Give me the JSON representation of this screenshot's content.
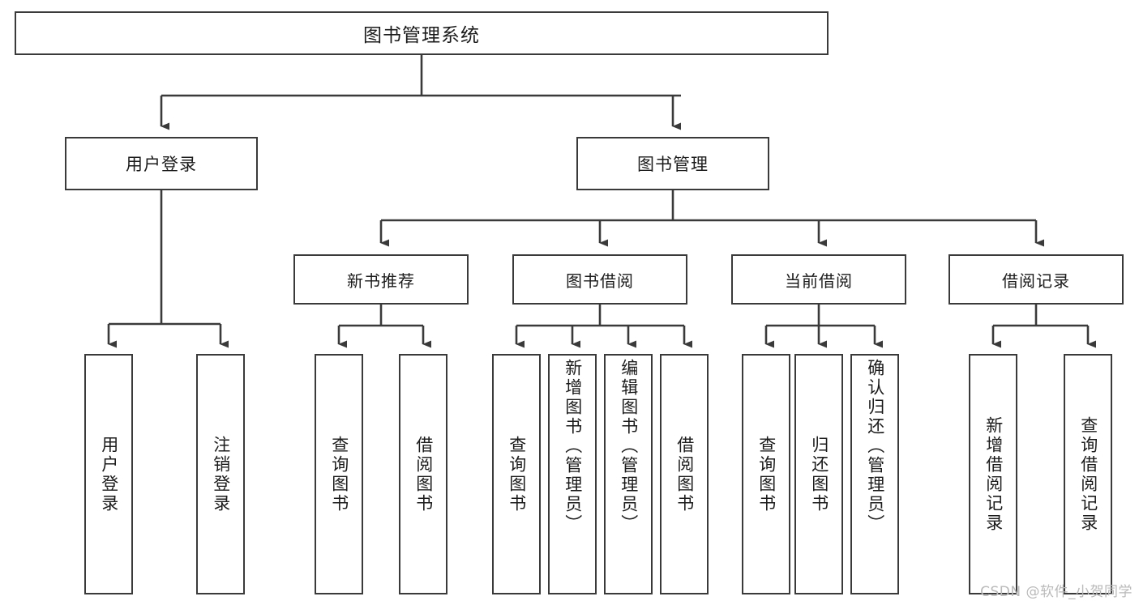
{
  "diagram": {
    "title": "图书管理系统",
    "root": {
      "label": "图书管理系统"
    },
    "level1": [
      {
        "label": "用户登录"
      },
      {
        "label": "图书管理"
      }
    ],
    "level2": [
      {
        "label": "新书推荐"
      },
      {
        "label": "图书借阅"
      },
      {
        "label": "当前借阅"
      },
      {
        "label": "借阅记录"
      }
    ],
    "leaves": {
      "user_login": [
        {
          "label": "用户登录"
        },
        {
          "label": "注销登录"
        }
      ],
      "new_book_recommend": [
        {
          "label": "查询图书"
        },
        {
          "label": "借阅图书"
        }
      ],
      "book_borrow": [
        {
          "label": "查询图书"
        },
        {
          "label": "新增图书（管理员）"
        },
        {
          "label": "编辑图书（管理员）"
        },
        {
          "label": "借阅图书"
        }
      ],
      "current_borrow": [
        {
          "label": "查询图书"
        },
        {
          "label": "归还图书"
        },
        {
          "label": "确认归还（管理员）"
        }
      ],
      "borrow_record": [
        {
          "label": "新增借阅记录"
        },
        {
          "label": "查询借阅记录"
        }
      ]
    }
  },
  "watermark": {
    "text": "CSDN @软件_小贺同学"
  },
  "colors": {
    "border": "#3a3a3a",
    "text": "#1b1b1b",
    "background": "#ffffff",
    "watermark": "#b9b9b9"
  }
}
